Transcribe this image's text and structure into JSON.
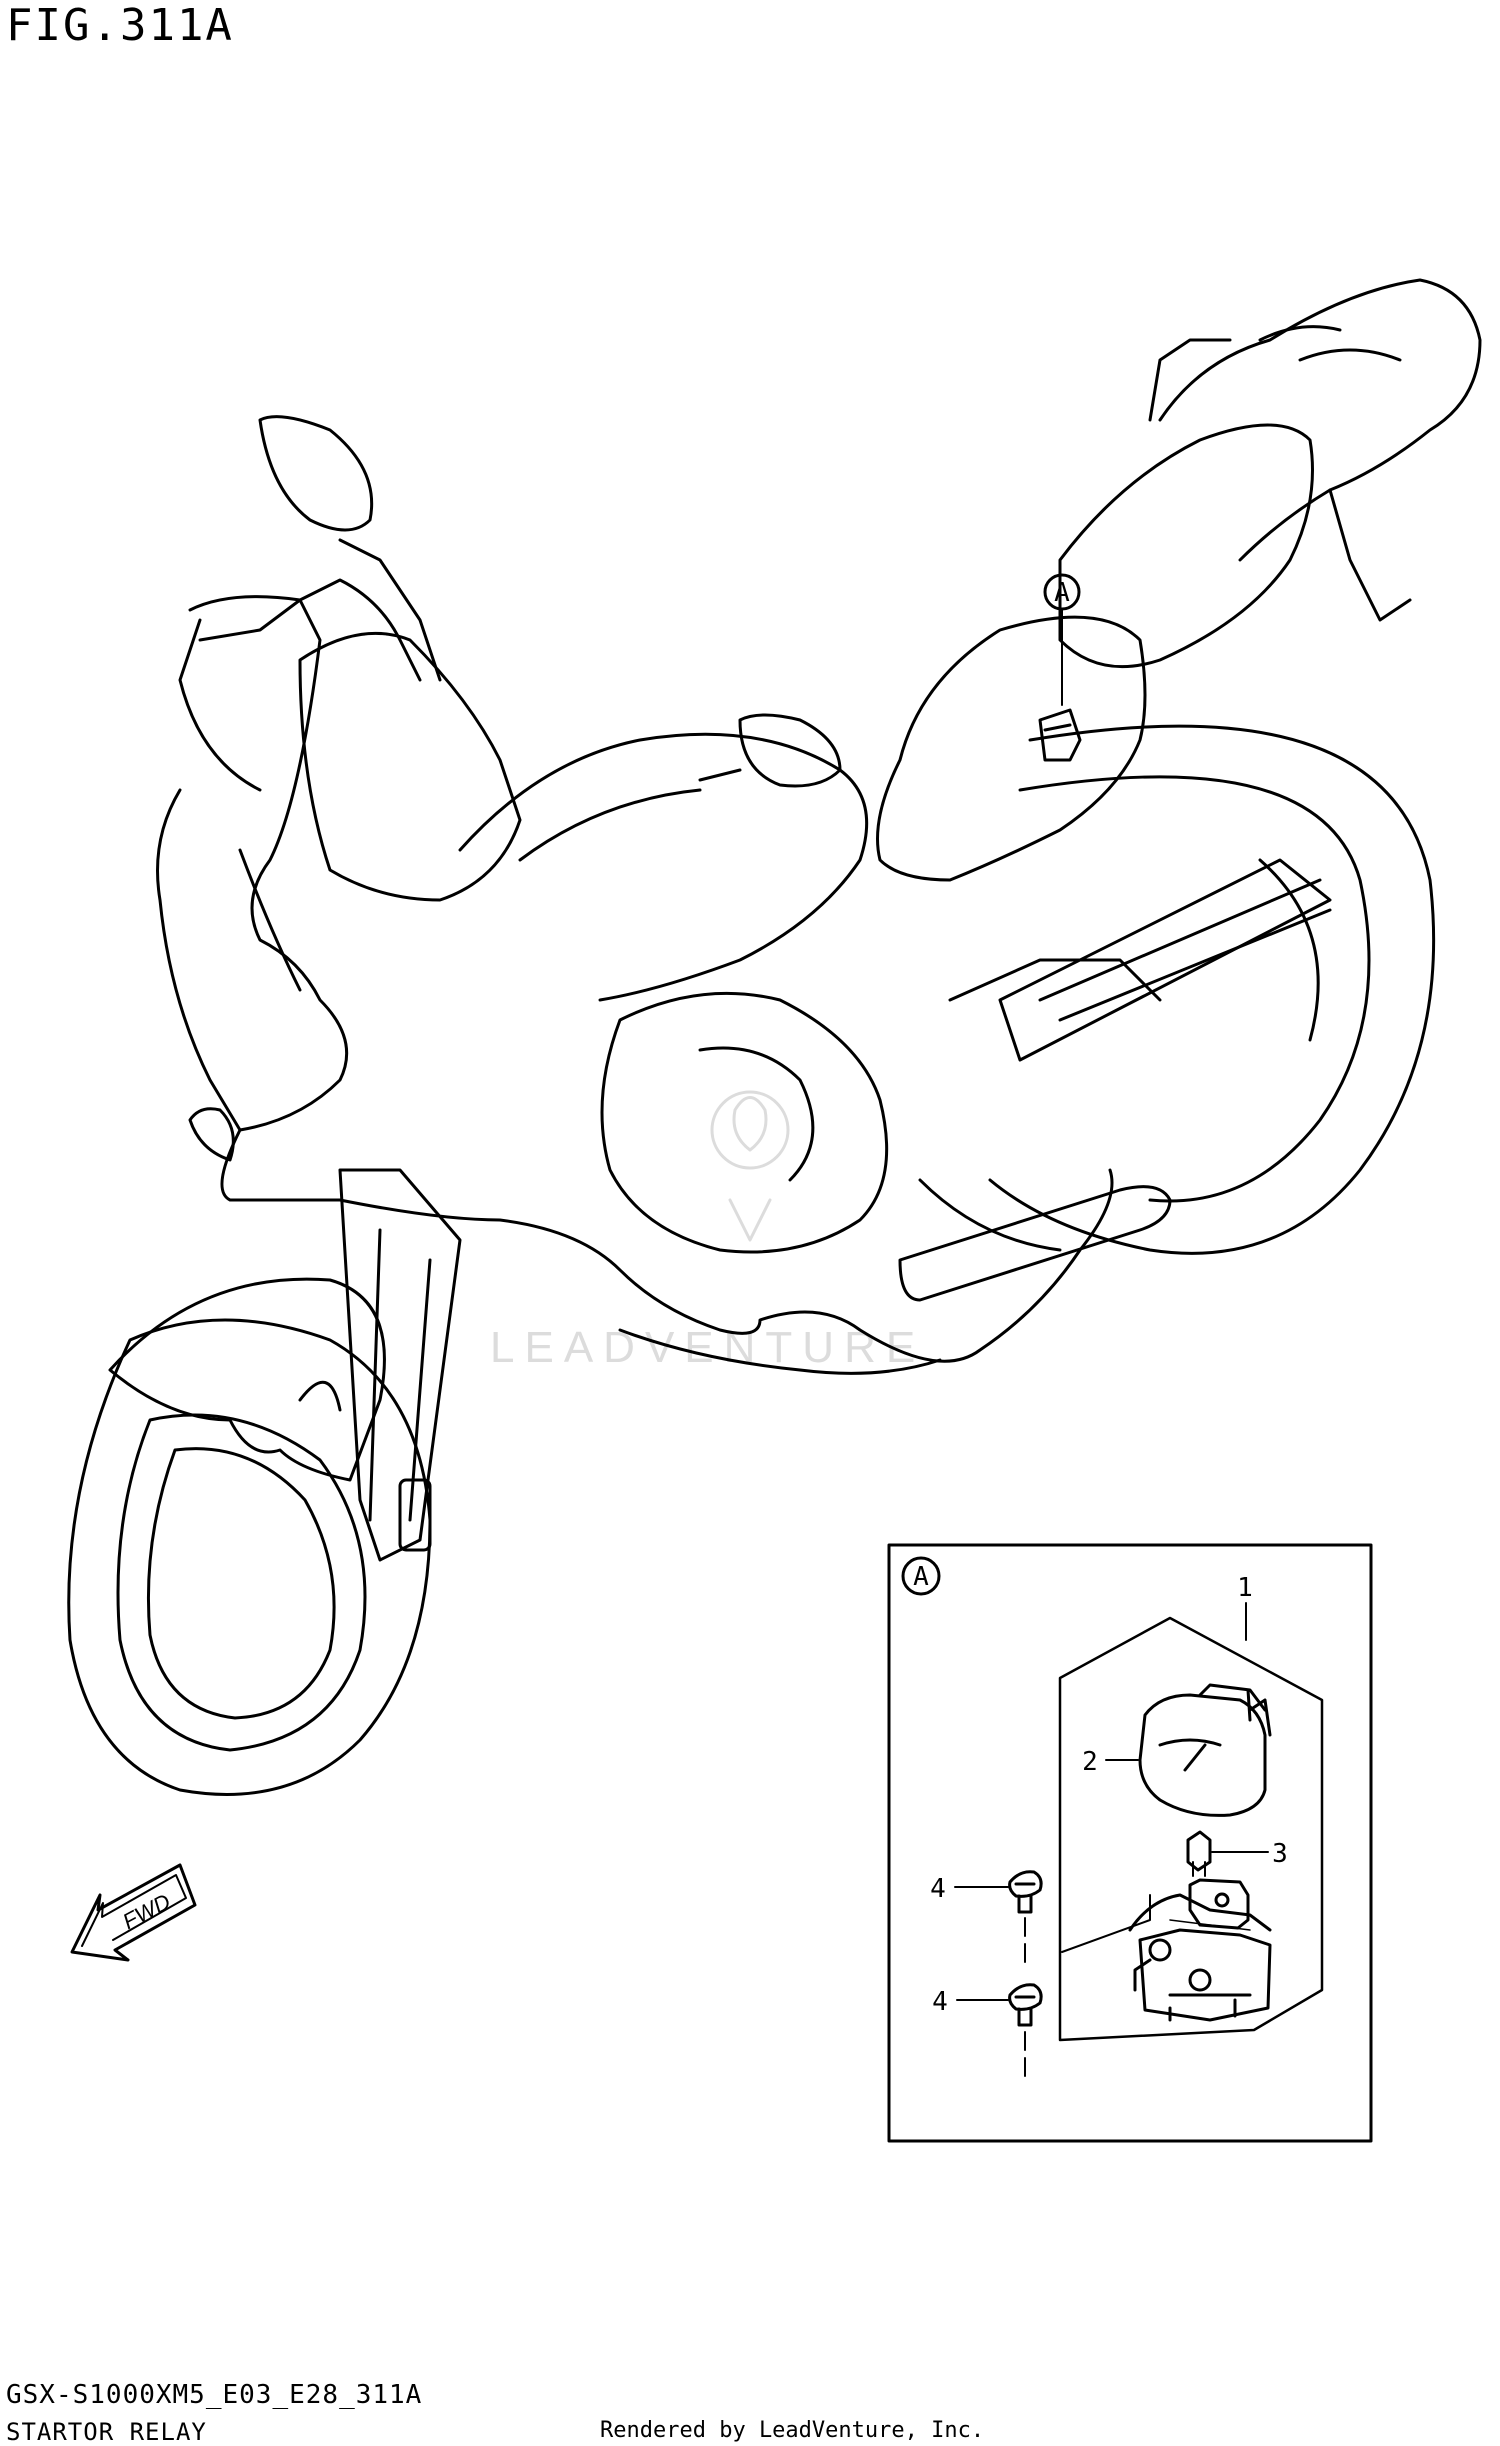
{
  "figure": {
    "title": "FIG.311A",
    "code": "GSX-S1000XM5_E03_E28_311A",
    "name": "STARTOR RELAY",
    "rendered_by": "Rendered by LeadVenture, Inc.",
    "watermark": "LEADVENTURE"
  },
  "diagram": {
    "location_marker": "A",
    "direction_label": "FWD",
    "inset": {
      "marker": "A",
      "callouts": [
        "1",
        "2",
        "3",
        "4",
        "4"
      ]
    }
  },
  "colors": {
    "line": "#000000",
    "watermark": "#d9d9d9",
    "background": "#ffffff"
  }
}
